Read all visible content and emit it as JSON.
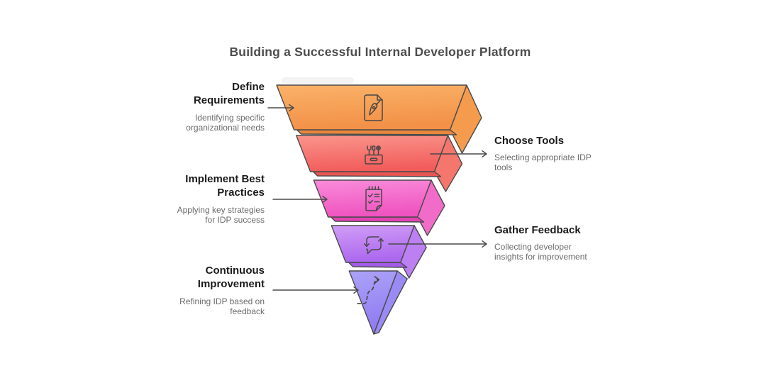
{
  "title": "Building a Successful Internal Developer Platform",
  "diagram": {
    "type": "funnel",
    "levels": 5,
    "outline_color": "#4A4A4A",
    "connector_color": "#4A4A4A",
    "background": "#FFFFFF"
  },
  "text_colors": {
    "title": "#4D4D4D",
    "label": "#1B1B1B",
    "description": "#6B6B6B"
  },
  "stages": [
    {
      "name": "define-requirements",
      "label": "Define Requirements",
      "description": "Identifying specific organizational needs",
      "side": "left",
      "icon": "pen-document-icon",
      "colors": {
        "top": "#FBB269",
        "bottom": "#F29147",
        "side_face": "#F59B4E",
        "lip": "#E8873D"
      }
    },
    {
      "name": "choose-tools",
      "label": "Choose Tools",
      "description": "Selecting appropriate IDP tools",
      "side": "right",
      "icon": "toolbox-icon",
      "colors": {
        "top": "#FA958C",
        "bottom": "#F25D5B",
        "side_face": "#F4766C",
        "lip": "#E85653"
      }
    },
    {
      "name": "implement-best-practices",
      "label": "Implement Best Practices",
      "description": "Applying key strategies for IDP success",
      "side": "left",
      "icon": "checklist-icon",
      "colors": {
        "top": "#F98CDA",
        "bottom": "#EF54C0",
        "side_face": "#F16CC9",
        "lip": "#E243B2"
      }
    },
    {
      "name": "gather-feedback",
      "label": "Gather Feedback",
      "description": "Collecting developer insights for improvement",
      "side": "right",
      "icon": "feedback-loop-icon",
      "colors": {
        "top": "#D19DF6",
        "bottom": "#AC68EF",
        "side_face": "#BC80F2",
        "lip": "#A25CE8"
      }
    },
    {
      "name": "continuous-improvement",
      "label": "Continuous Improvement",
      "description": "Refining IDP based on feedback",
      "side": "left",
      "icon": "winding-path-icon",
      "colors": {
        "top": "#ACA3F7",
        "bottom": "#8F7AF2",
        "side_face": "#9A8AF4",
        "lip": "#8573EE"
      }
    }
  ]
}
